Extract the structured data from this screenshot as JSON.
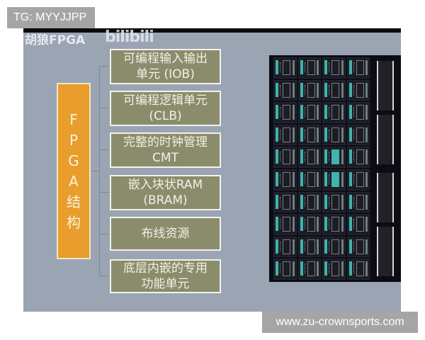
{
  "watermarks": {
    "top_left": "TG: MYYJJPP",
    "bottom_right": "www.zu-crownsports.com"
  },
  "slide": {
    "channel_name": "胡狼FPGA",
    "platform_logo": "bilibili",
    "root": {
      "label_chars": [
        "F",
        "P",
        "G",
        "A",
        "结",
        "构"
      ],
      "color": "#e89d2c"
    },
    "nodes": [
      {
        "line1": "可编程输入输出",
        "line2": "单元 (IOB)"
      },
      {
        "line1": "可编程逻辑单元",
        "line2": "(CLB)"
      },
      {
        "line1": "完整的时钟管理",
        "line2": "CMT"
      },
      {
        "line1": "嵌入块状RAM",
        "line2": "(BRAM)"
      },
      {
        "line1": "布线资源",
        "line2": ""
      },
      {
        "line1": "底层内嵌的专用",
        "line2": "功能单元"
      }
    ],
    "node_color": "#8b8c6c",
    "background_color": "#9aa4b3",
    "chip_diagram": {
      "tile_columns": 4,
      "tile_rows": 10,
      "side_blocks": 4,
      "accent_color": "#3fb3b0"
    }
  }
}
